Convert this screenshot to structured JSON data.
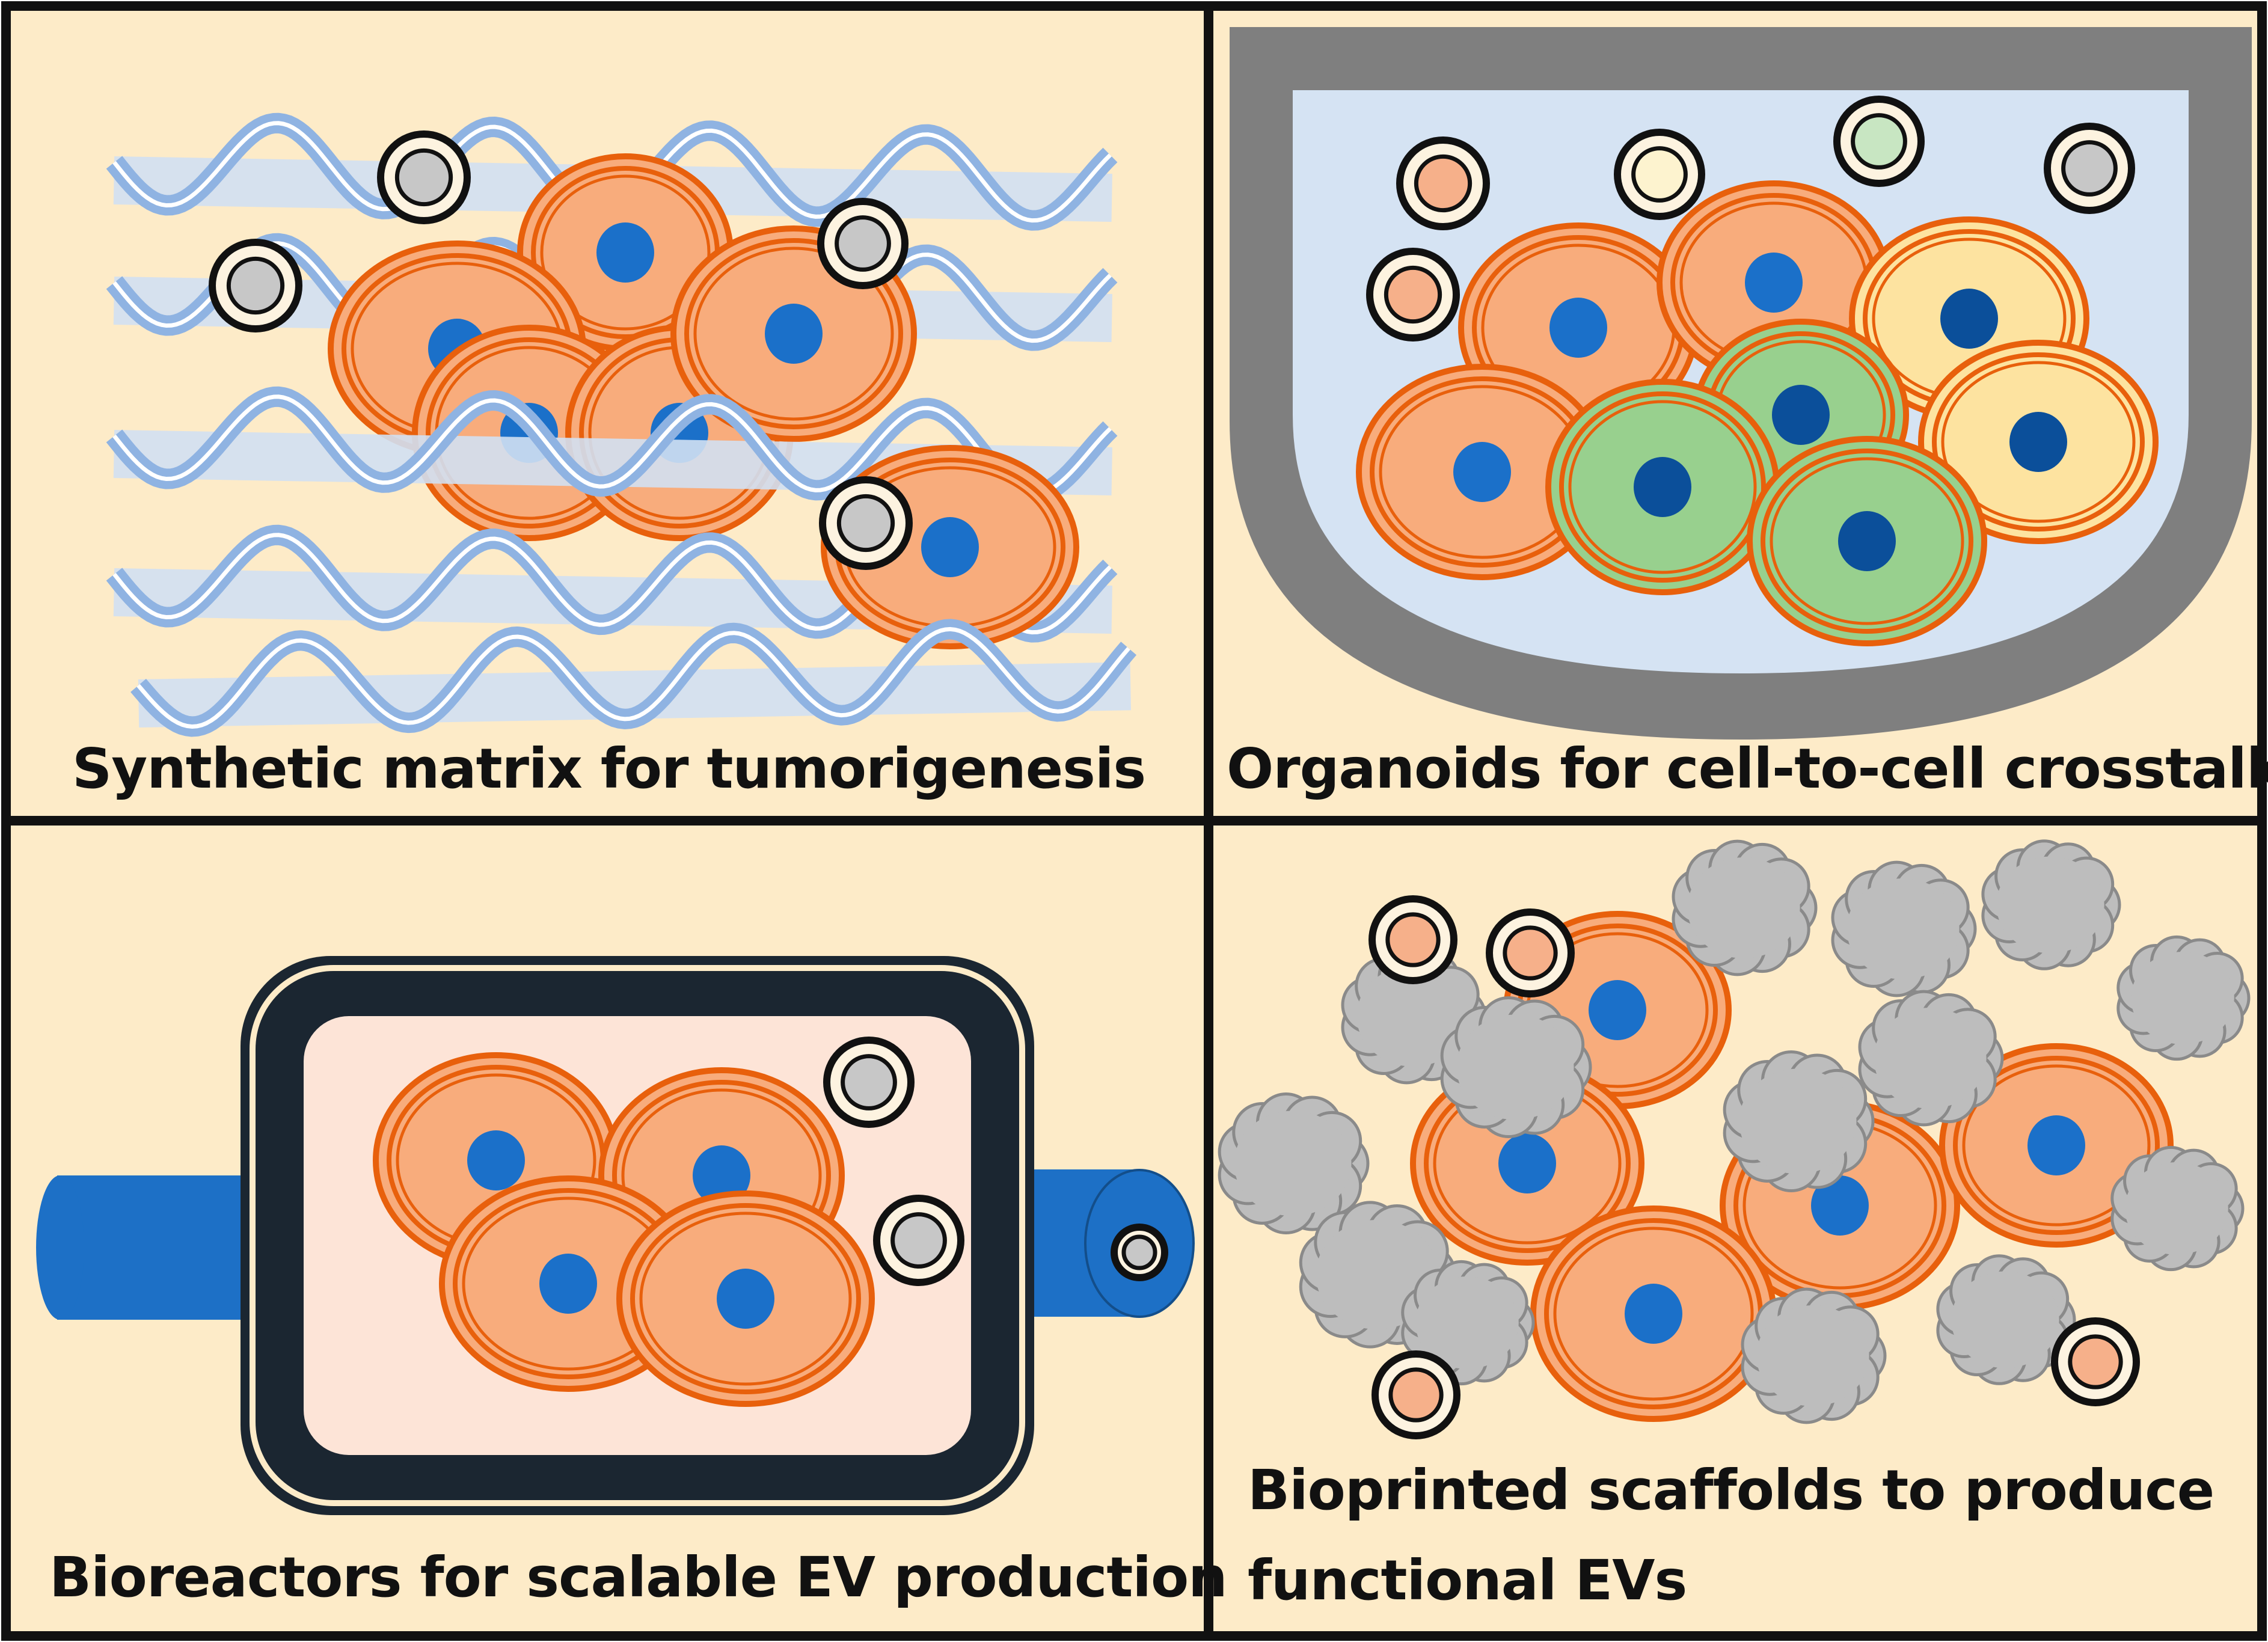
{
  "colors": {
    "panel_bg": "#fdebc8",
    "panel_border": "#111111",
    "cell_fill": "#f8ac7c",
    "cell_stroke": "#e8600c",
    "nucleus": "#1b70c9",
    "nucleus_dark": "#0b4f9a",
    "green_cell": "#98d08e",
    "yellow_cell": "#fde3a0",
    "fiber": "#8fb3e2",
    "fiber_band": "#d2e0f2",
    "well_wall": "#7f7f7f",
    "well_medium": "#d5e3f3",
    "bioreactor_dark": "#1b2631",
    "bioreactor_inner": "#fde4d7",
    "tube": "#1d70c6",
    "scaffold_gray": "#bdbdbd",
    "ev_gray": "#c7c7c7"
  },
  "panels": [
    {
      "icon": "synthetic-matrix-illustration",
      "caption": "Synthetic matrix for tumorigenesis"
    },
    {
      "icon": "organoid-well-illustration",
      "caption": "Organoids for cell-to-cell crosstalk"
    },
    {
      "icon": "bioreactor-illustration",
      "caption": "Bioreactors for scalable EV production"
    },
    {
      "icon": "bioprinted-scaffold-illustration",
      "caption_line1": "Bioprinted scaffolds to produce",
      "caption_line2": "functional EVs"
    }
  ]
}
